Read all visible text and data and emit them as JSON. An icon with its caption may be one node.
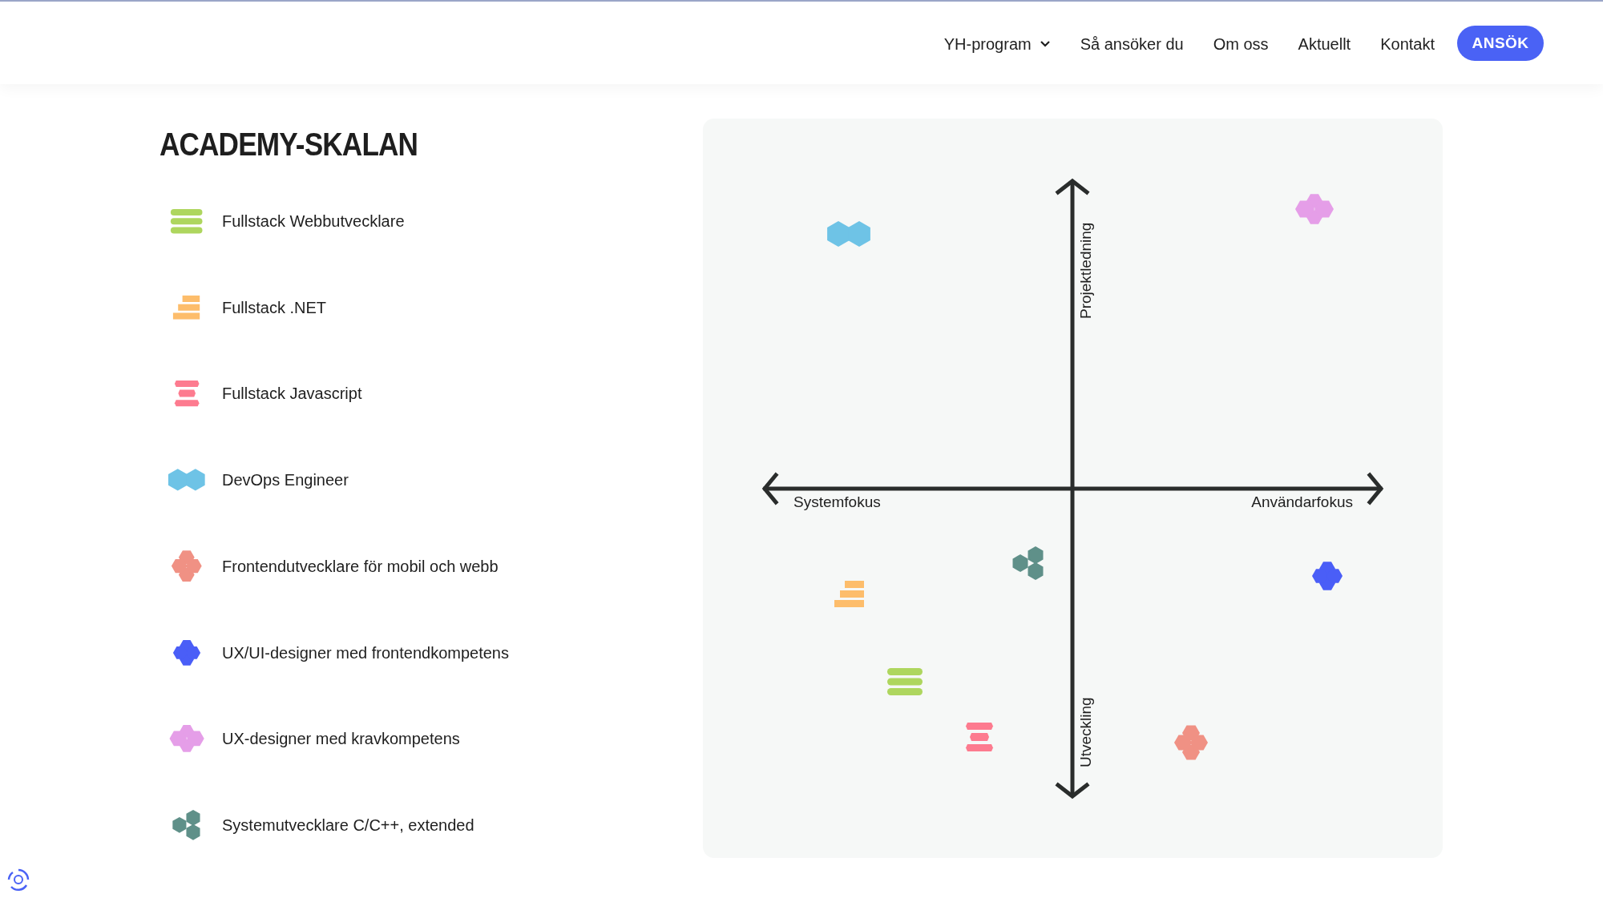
{
  "diagram": {
    "title": "ACADEMY-SKALAN",
    "labels": [
      "YH-program",
      "Så ansöker du",
      "Om oss",
      "Aktuellt",
      "Kontakt",
      "ANSÖK",
      "Projektledning",
      "Systemfokus",
      "Användarfokus",
      "Utveckling"
    ],
    "legend": [
      {
        "text": "Fullstack Webbutvecklare"
      },
      {
        "text": "Fullstack .NET"
      },
      {
        "text": "Fullstack Javascript"
      },
      {
        "text": "DevOps Engineer"
      },
      {
        "text": "Frontendutvecklare för mobil och webb"
      },
      {
        "text": "UX/UI-designer med frontendkompetens"
      },
      {
        "text": "UX-designer med kravkompetens"
      },
      {
        "text": "Systemutvecklare C/C++, extended"
      }
    ]
  }
}
